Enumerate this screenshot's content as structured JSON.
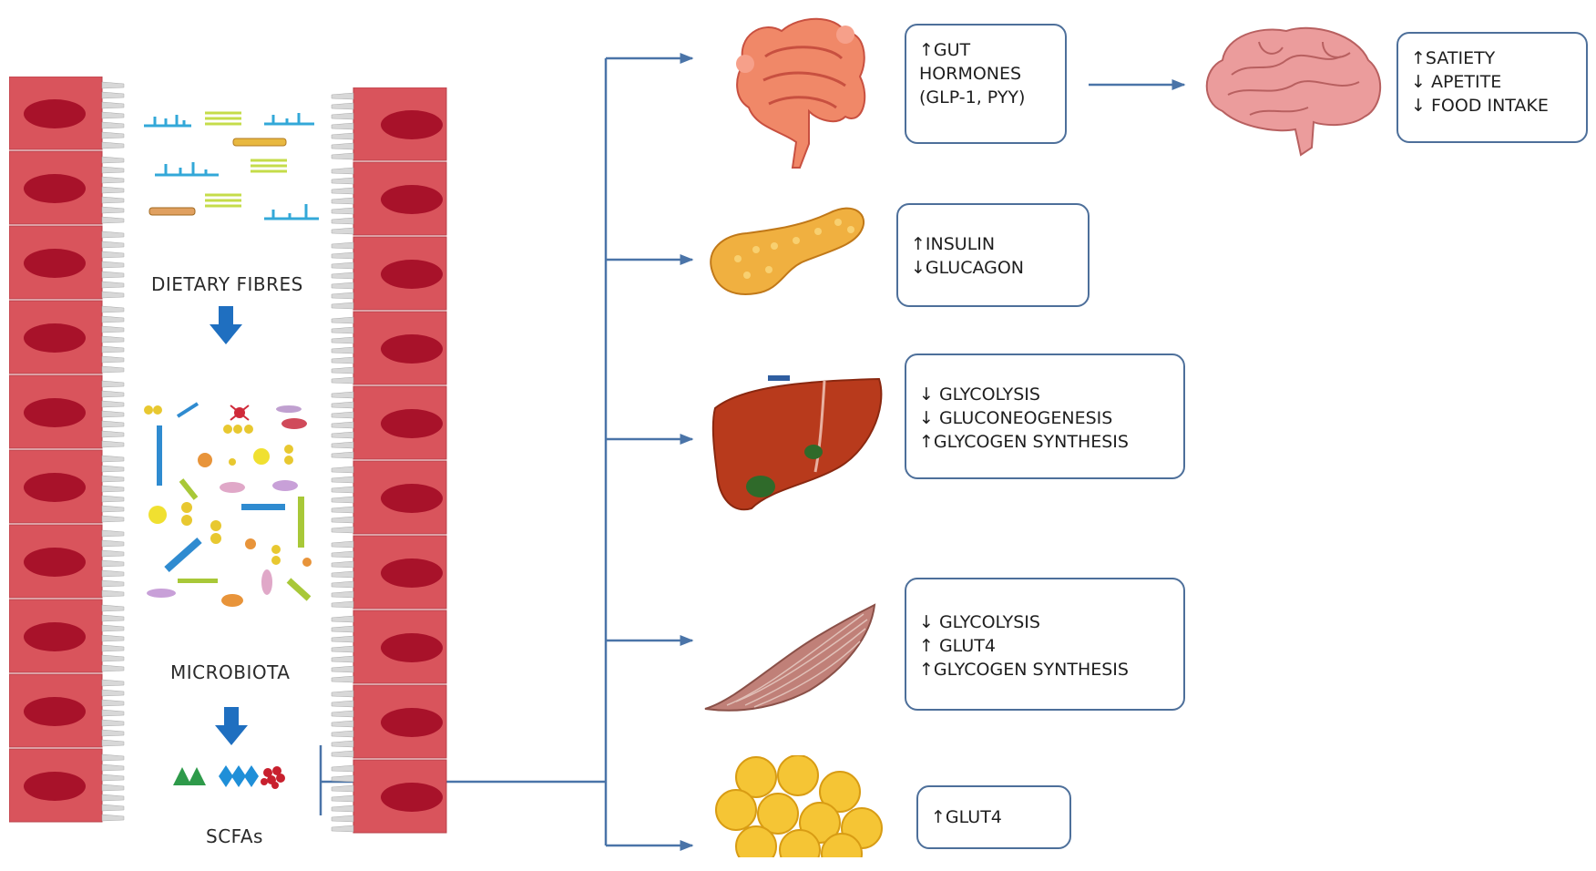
{
  "left_labels": {
    "dietary_fibres": "DIETARY FIBRES",
    "microbiota": "MICROBIOTA",
    "scfas": "SCFAs"
  },
  "organs": [
    {
      "name": "gut",
      "effects": [
        "↑GUT",
        "HORMONES",
        "(GLP-1, PYY)"
      ]
    },
    {
      "name": "pancreas",
      "effects": [
        "↑INSULIN",
        "↓GLUCAGON"
      ]
    },
    {
      "name": "liver",
      "effects": [
        "↓ GLYCOLYSIS",
        "↓ GLUCONEOGENESIS",
        "↑GLYCOGEN SYNTHESIS"
      ]
    },
    {
      "name": "muscle",
      "effects": [
        "↓ GLYCOLYSIS",
        "↑ GLUT4",
        "↑GLYCOGEN SYNTHESIS"
      ]
    },
    {
      "name": "adipose",
      "effects": [
        "↑GLUT4"
      ]
    }
  ],
  "brain": {
    "effects": [
      "↑SATIETY",
      "↓ APETITE",
      "↓ FOOD INTAKE"
    ]
  },
  "colors": {
    "cell": "#d9545c",
    "nucleus": "#a8122a",
    "villi": "#d8d8d8",
    "arrow": "#4a74a8",
    "down_arrow": "#1f6fc0",
    "box_border": "#4d6f9a"
  }
}
